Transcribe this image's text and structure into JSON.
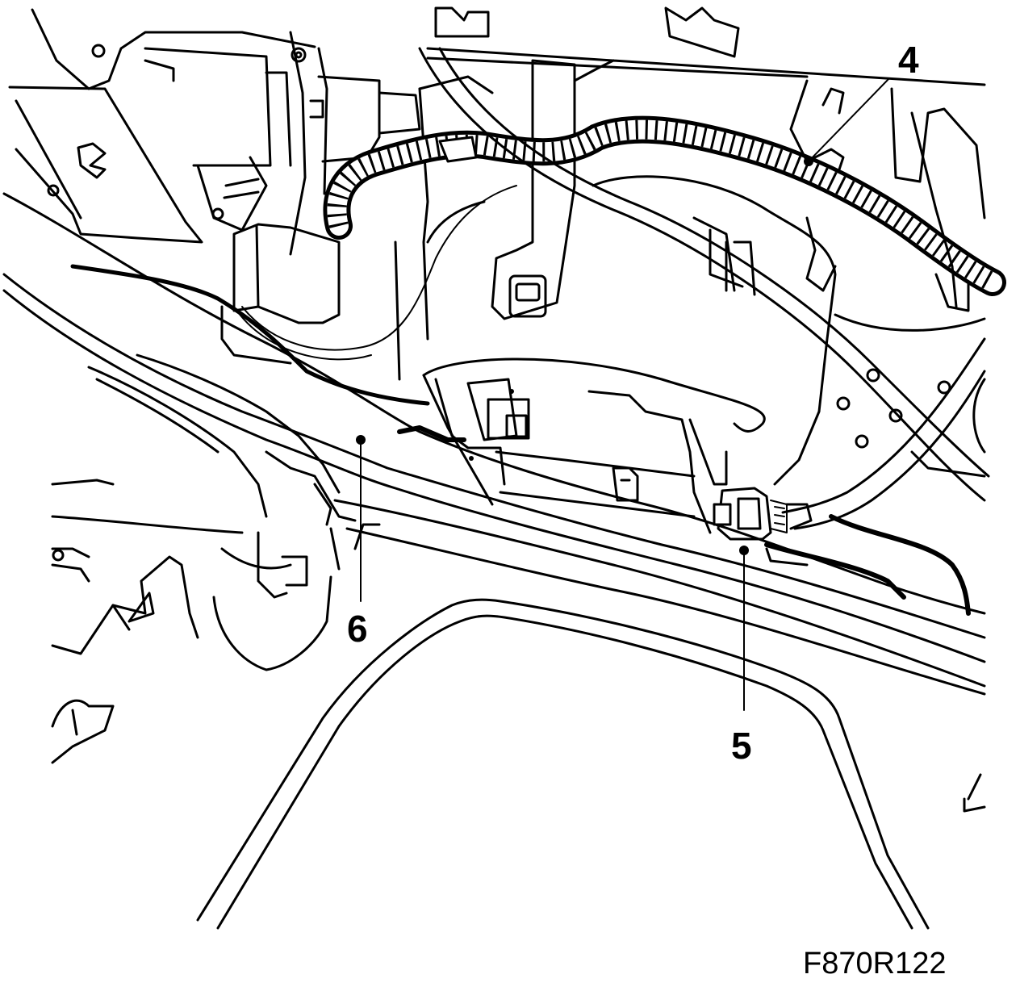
{
  "callouts": [
    {
      "id": "4",
      "label": "4"
    },
    {
      "id": "5",
      "label": "5"
    },
    {
      "id": "6",
      "label": "6"
    }
  ],
  "figure_code": "F870R122",
  "colors": {
    "line": "#000000",
    "background": "#ffffff"
  }
}
